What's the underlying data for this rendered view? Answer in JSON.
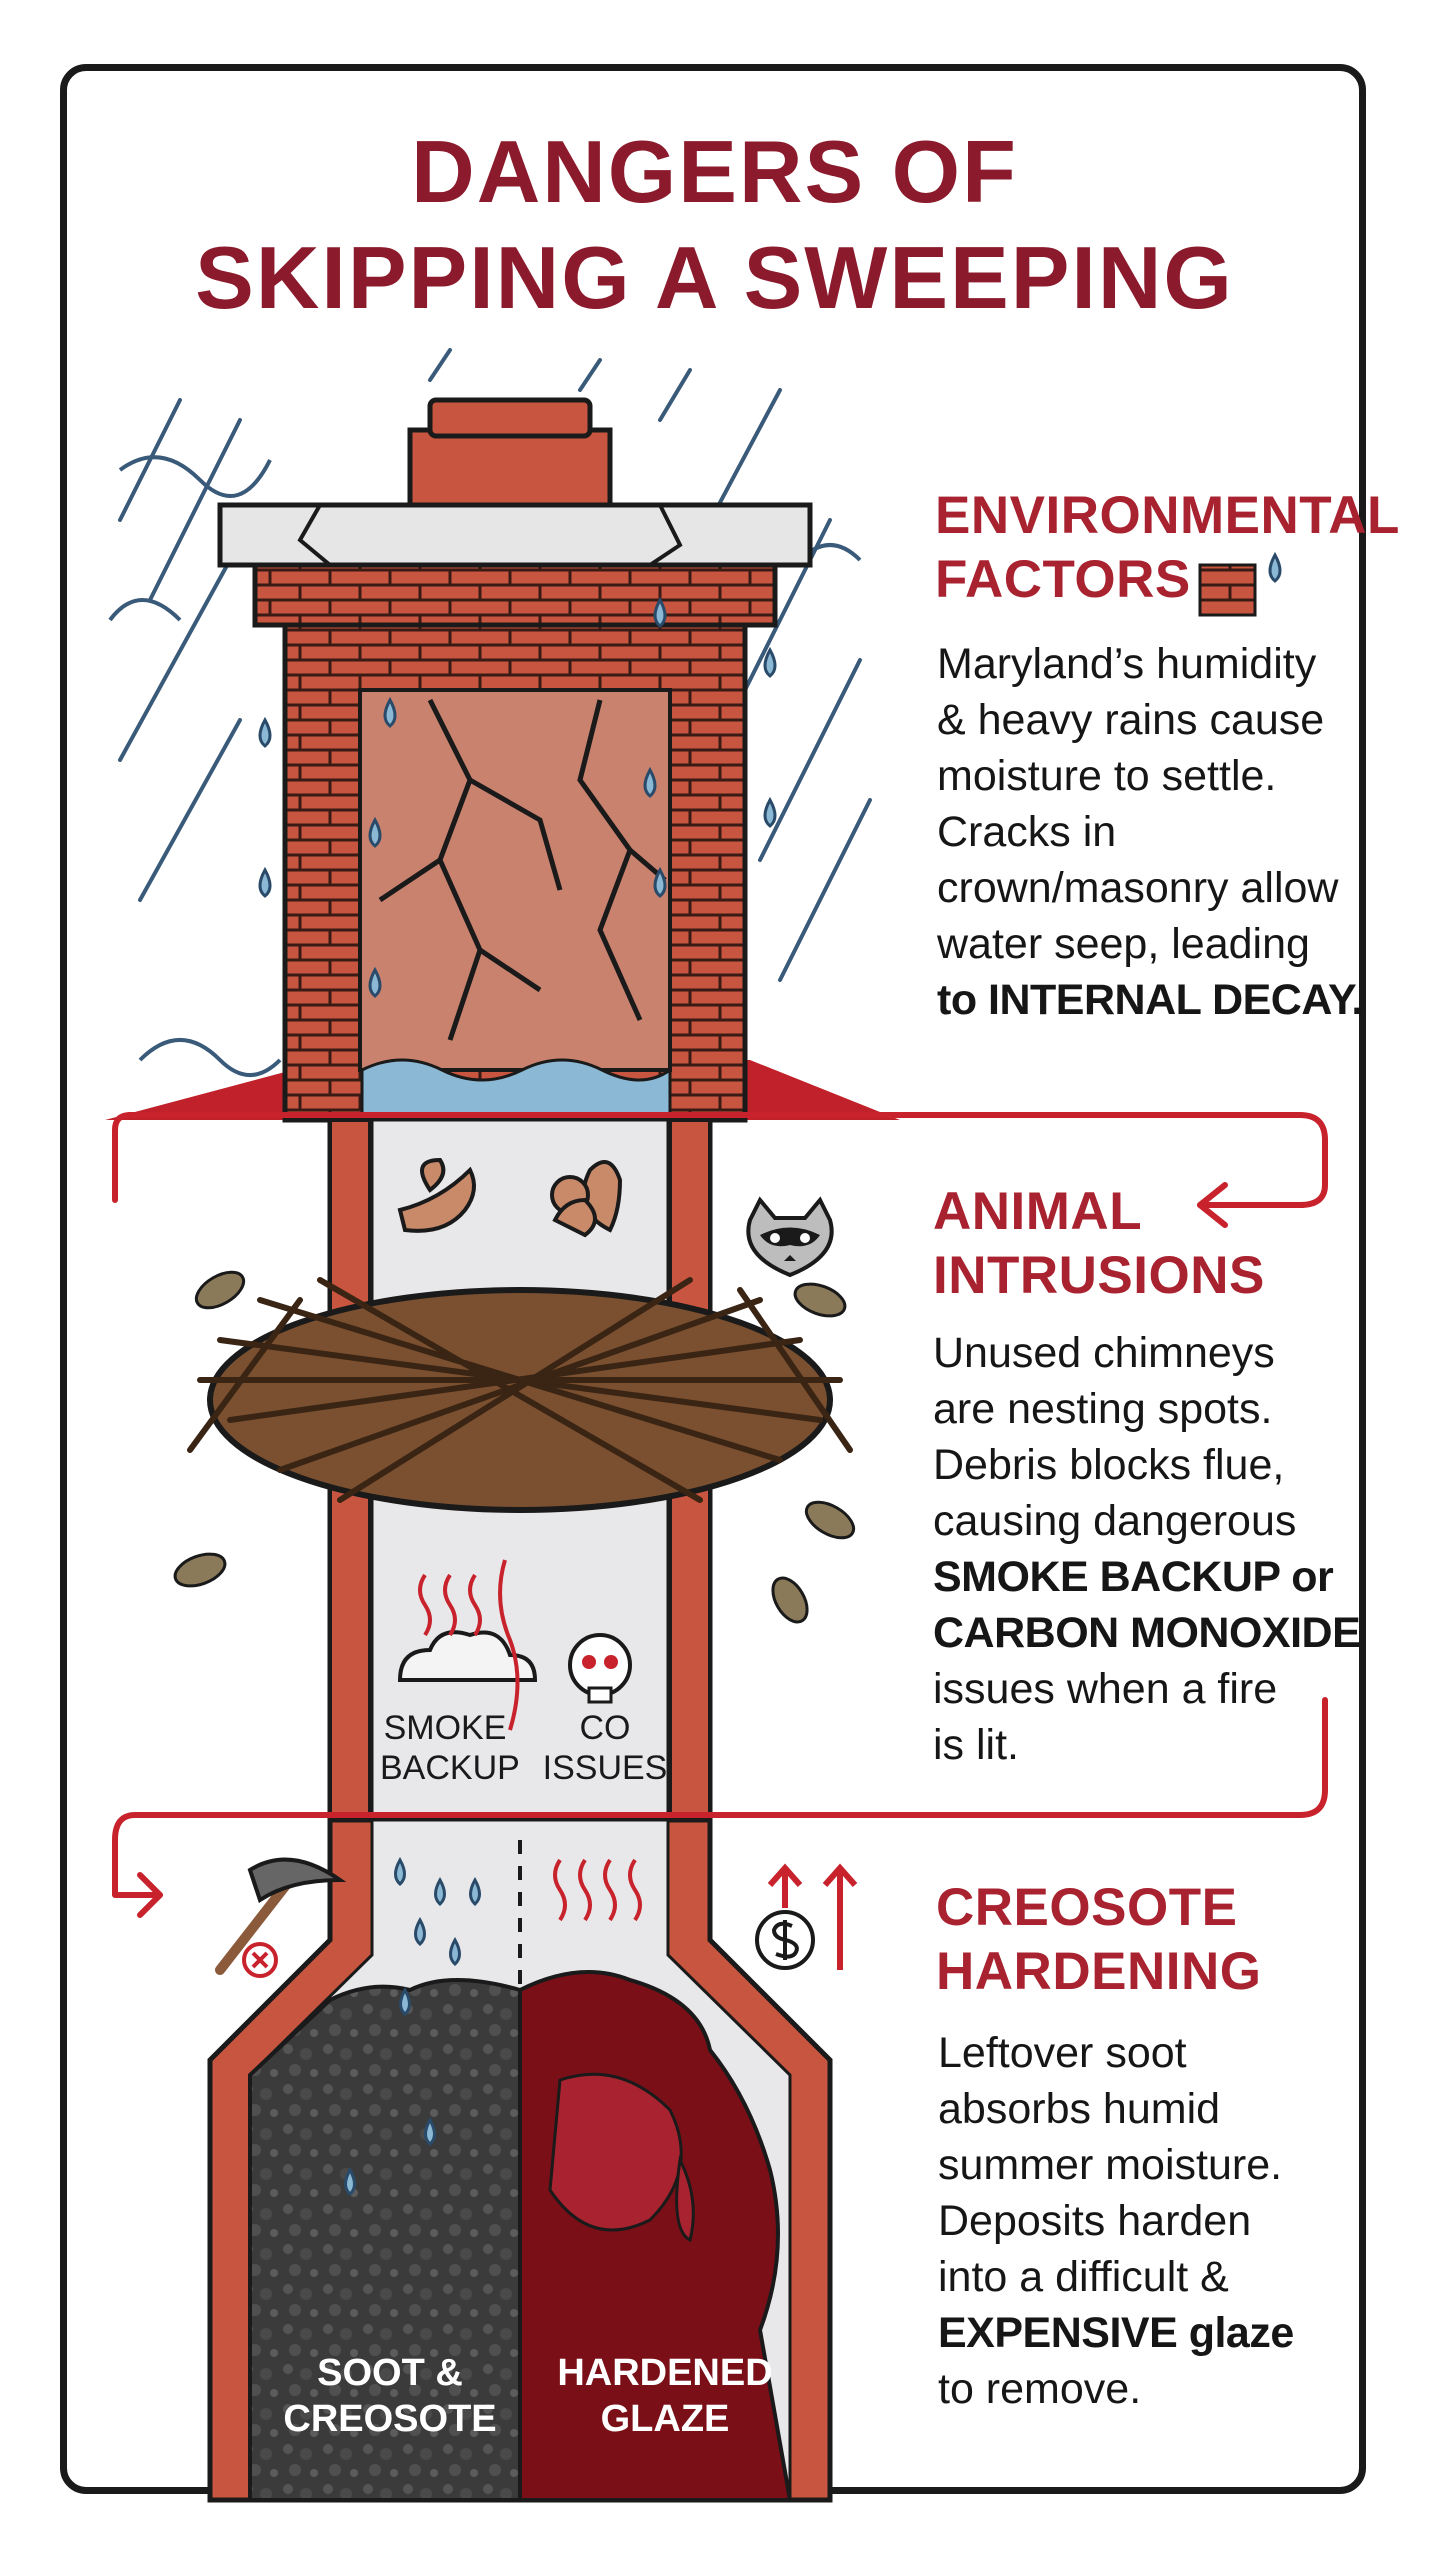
{
  "title": {
    "line1": "DANGERS OF",
    "line2": "SKIPPING A SWEEPING"
  },
  "sections": [
    {
      "heading": [
        "ENVIRONMENTAL",
        "FACTORS"
      ],
      "icon": "bricks-water-icon",
      "body": [
        "Maryland’s humidity",
        "& heavy rains cause",
        "moisture to settle.",
        "Cracks in",
        "crown/masonry allow",
        "water seep, leading",
        "to INTERNAL DECAY."
      ]
    },
    {
      "heading": [
        "ANIMAL",
        "INTRUSIONS"
      ],
      "icon": "raccoon-icon",
      "body": [
        "Unused chimneys",
        "are nesting spots.",
        "Debris blocks flue,",
        "causing dangerous",
        "SMOKE BACKUP or",
        "CARBON MONOXIDE",
        "issues when a fire",
        "is lit."
      ]
    },
    {
      "heading": [
        "CREOSOTE",
        "HARDENING"
      ],
      "icon": "rising-cost-icon",
      "body": [
        "Leftover soot",
        "absorbs humid",
        "summer moisture.",
        "Deposits harden",
        "into a difficult &",
        "EXPENSIVE glaze",
        "to remove."
      ]
    }
  ],
  "illustration_labels": {
    "smoke": [
      "SMOKE",
      "BACKUP"
    ],
    "co": [
      "CO",
      "ISSUES"
    ],
    "soot": [
      "SOOT &",
      "CREOSOTE"
    ],
    "glaze": [
      "HARDENED",
      "GLAZE"
    ]
  },
  "colors": {
    "title": "#8b1a2c",
    "heading": "#a8222f",
    "brick": "#c8553f",
    "connector": "#c8232c",
    "soot": "#3b3b3b",
    "glaze": "#7a0f17"
  }
}
